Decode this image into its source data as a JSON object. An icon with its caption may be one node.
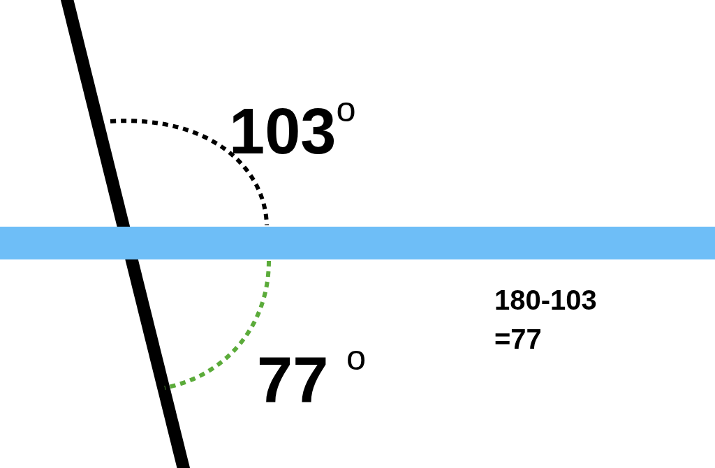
{
  "diagram": {
    "labels": [
      "103$^{o}$",
      "77 $^{o}$",
      "180-103 =77"
    ]
  }
}
